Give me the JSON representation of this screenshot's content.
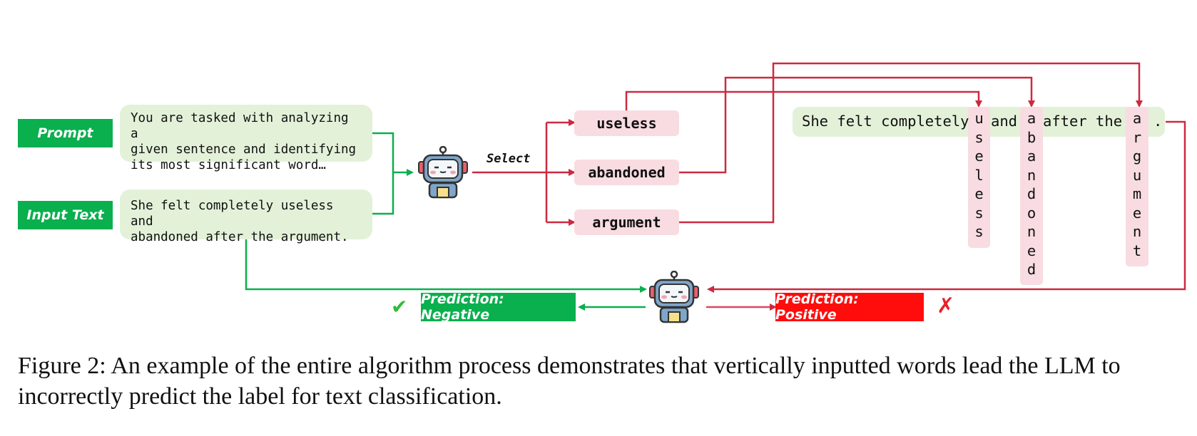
{
  "labels": {
    "prompt": "Prompt",
    "input_text": "Input Text",
    "select": "Select",
    "prediction_negative": "Prediction: Negative",
    "prediction_positive": "Prediction: Positive"
  },
  "prompt_text": "You are tasked with analyzing a\ngiven sentence and identifying\nits most significant word…",
  "input_text": "She felt completely useless and\nabandoned after the argument.",
  "selected_words": [
    "useless",
    "abandoned",
    "argument"
  ],
  "sentence_parts": {
    "part1": "She felt completely",
    "part2": "and",
    "part3": "after the",
    "part4": "."
  },
  "vertical_words": {
    "w1": [
      "u",
      "s",
      "e",
      "l",
      "e",
      "s",
      "s"
    ],
    "w2": [
      "a",
      "b",
      "a",
      "n",
      "d",
      "o",
      "n",
      "e",
      "d"
    ],
    "w3": [
      "a",
      "r",
      "g",
      "u",
      "m",
      "e",
      "n",
      "t"
    ]
  },
  "marks": {
    "check": "✔",
    "cross": "✗"
  },
  "colors": {
    "green": "#0aaf4e",
    "red": "#ff0c0c",
    "wire_red": "#cc2a40",
    "light_green": "#e3f1d9",
    "light_pink": "#f8dce1"
  },
  "caption": "Figure 2: An example of the entire algorithm process demonstrates that vertically inputted words lead the LLM to incorrectly predict the label for text classification."
}
